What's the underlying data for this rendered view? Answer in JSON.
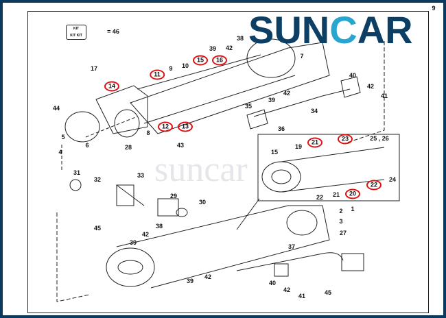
{
  "brand": {
    "logo_left": "SUN",
    "logo_c": "C",
    "logo_right": "AR",
    "watermark": "suncar"
  },
  "legend": {
    "kit_label": "KIT",
    "kit_text": "KIT KIT",
    "seal_equals": "= 46"
  },
  "colors": {
    "frame": "#0b3a5e",
    "logo": "#0d3e63",
    "logo_accent": "#28a6cf",
    "highlight": "#e01010"
  },
  "labels": [
    "9",
    "17",
    "14",
    "11",
    "9",
    "10",
    "15",
    "16",
    "39",
    "42",
    "38",
    "7",
    "40",
    "42",
    "41",
    "39",
    "42",
    "35",
    "34",
    "36",
    "44",
    "5",
    "6",
    "4",
    "28",
    "8",
    "12",
    "13",
    "43",
    "15",
    "19",
    "21",
    "23",
    "25 , 26",
    "24",
    "22",
    "21",
    "20",
    "22",
    "31",
    "32",
    "33",
    "29",
    "30",
    "1",
    "2",
    "3",
    "27",
    "37",
    "38",
    "42",
    "39",
    "45",
    "39",
    "42",
    "40",
    "42",
    "41",
    "45"
  ]
}
